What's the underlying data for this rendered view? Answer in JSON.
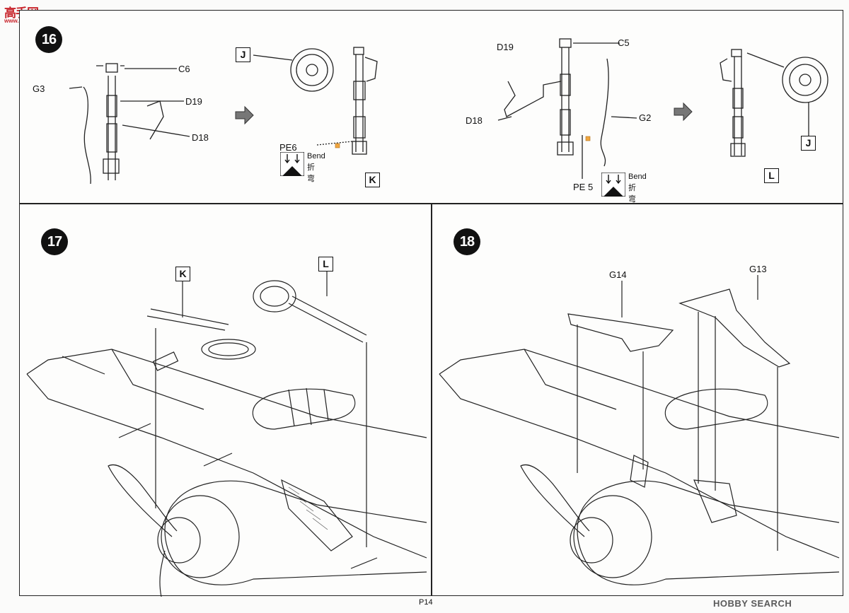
{
  "watermark_top": {
    "text": "高手网",
    "url": "www.gaoshou.com"
  },
  "watermark_bottom": {
    "text": "HOBBY SEARCH"
  },
  "page_number": "P14",
  "step16": {
    "number": "16",
    "parts": {
      "g3": "G3",
      "c6": "C6",
      "d19": "D19",
      "d18": "D18"
    },
    "assembly_k": "K",
    "wheel_j": "J",
    "pe6": "PE6",
    "bend_en": "Bend",
    "bend_cn": "折弯",
    "right_parts": {
      "d19": "D19",
      "c5": "C5",
      "d18": "D18",
      "g2": "G2",
      "pe5": "PE 5"
    },
    "assembly_l": "L",
    "wheel_j2": "J",
    "bend_en2": "Bend",
    "bend_cn2": "折弯"
  },
  "step17": {
    "number": "17",
    "callout_k": "K",
    "callout_l": "L"
  },
  "step18": {
    "number": "18",
    "part_g14": "G14",
    "part_g13": "G13"
  }
}
